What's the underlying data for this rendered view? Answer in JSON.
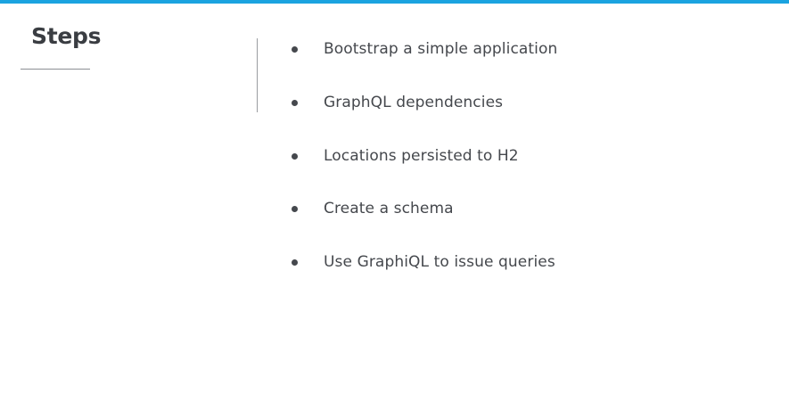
{
  "slide": {
    "title": "Steps",
    "accent_color": "#1aa3e0",
    "bullets": [
      {
        "text": "Bootstrap a simple application"
      },
      {
        "text": "GraphQL dependencies"
      },
      {
        "text": "Locations persisted to H2"
      },
      {
        "text": "Create a schema"
      },
      {
        "text": "Use GraphiQL to issue queries"
      }
    ]
  }
}
